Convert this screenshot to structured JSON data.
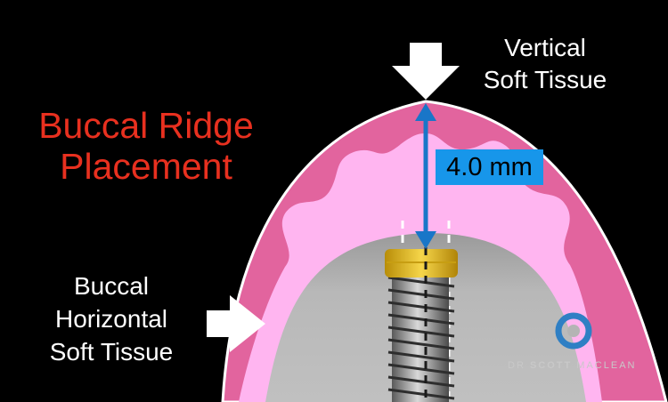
{
  "title_lines": [
    "Buccal Ridge",
    "Placement"
  ],
  "vertical_label_lines": [
    "Vertical",
    "Soft Tissue"
  ],
  "horizontal_label_lines": [
    "Buccal",
    "Horizontal",
    "Soft Tissue"
  ],
  "measurement": "4.0 mm",
  "watermark": {
    "prefix": "DR ",
    "name": "SCOTT",
    "suffix": " MACLEAN"
  },
  "colors": {
    "background": "#000000",
    "outer_tissue": "#e2649e",
    "inner_tissue": "#ffb5f0",
    "bone": "#b4b4b4",
    "implant_collar": "#e9c21a",
    "arrow_blue": "#1976c8",
    "label_red": "#e8301f",
    "measure_box": "#1796ea"
  },
  "icons": {
    "vertical_arrow": "down-arrow-icon",
    "horizontal_arrow": "right-arrow-icon",
    "watermark_logo": "logo-ring-icon"
  }
}
